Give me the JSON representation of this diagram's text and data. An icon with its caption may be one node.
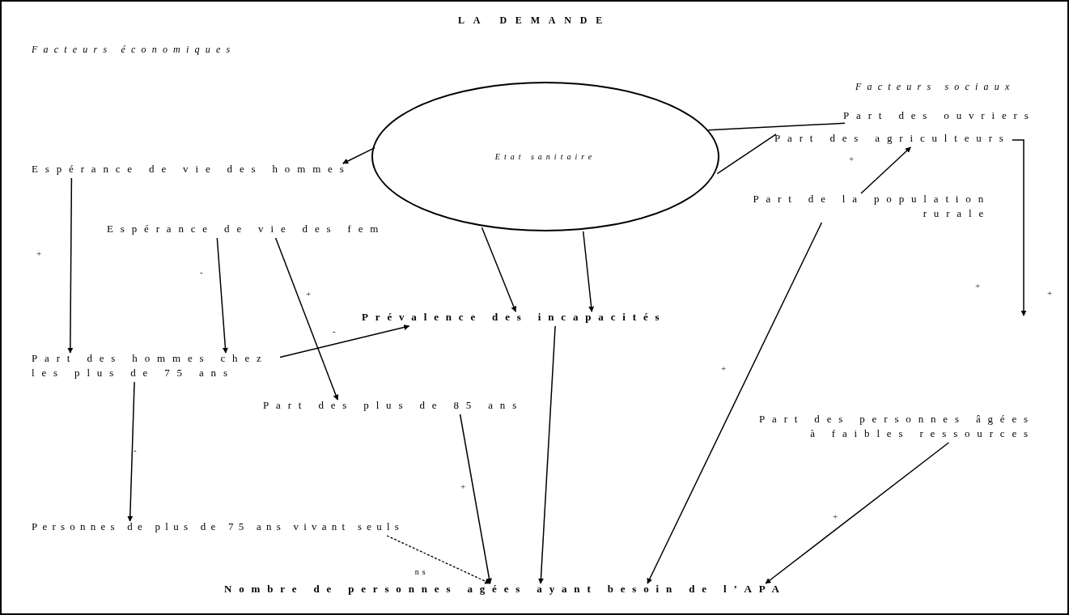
{
  "diagram": {
    "title": "LA DEMANDE",
    "nodes": [
      {
        "text": [
          "Etat sanitaire"
        ]
      },
      {
        "text": [
          "Part des ouvriers"
        ]
      },
      {
        "text": [
          "Espérance de vie des hommes"
        ]
      },
      {
        "text": [
          "Part des agriculteurs"
        ]
      },
      {
        "text": [
          "Part de la population rurale"
        ]
      },
      {
        "text": [
          "Espérance de vie des fem"
        ]
      },
      {
        "text": [
          "Prévalence des incapacités"
        ]
      },
      {
        "text": [
          "Part des hommes chez les plus de 75 ans"
        ]
      },
      {
        "text": [
          "Part des plus de 85 ans"
        ]
      },
      {
        "text": [
          "Part des personnes âgées à faibles ressources"
        ]
      },
      {
        "text": [
          "Personnes de plus de 75 ans vivant seuls"
        ]
      },
      {
        "text": [
          "Nombre de personnes agées ayant besoin de l’APA"
        ]
      }
    ],
    "edges": [
      {
        "from": 0,
        "to": 2,
        "arrow": "to"
      },
      {
        "from": 1,
        "to": 0,
        "arrow": "none"
      },
      {
        "from": 3,
        "to": 0,
        "arrow": "none"
      },
      {
        "from": 4,
        "to": 3,
        "arrow": "to"
      },
      {
        "from": 3,
        "to": null,
        "arrow": "to"
      },
      {
        "from": 0,
        "to": 6,
        "arrow": "to"
      },
      {
        "from": 0,
        "to": 6,
        "arrow": "to"
      },
      {
        "from": 2,
        "to": 7,
        "arrow": "to"
      },
      {
        "from": 5,
        "to": 7,
        "arrow": "to"
      },
      {
        "from": 5,
        "to": 8,
        "arrow": "to"
      },
      {
        "from": 7,
        "to": 6,
        "arrow": "to"
      },
      {
        "from": 6,
        "to": 11,
        "arrow": "to"
      },
      {
        "from": 4,
        "to": 11,
        "arrow": "to"
      },
      {
        "from": 7,
        "to": 10,
        "arrow": "to"
      },
      {
        "from": 8,
        "to": 11,
        "arrow": "to"
      },
      {
        "from": 10,
        "to": 11,
        "arrow": "to",
        "label": "ns",
        "style": "dashed"
      },
      {
        "from": 9,
        "to": 11,
        "arrow": "to"
      }
    ],
    "labels": [
      "Facteurs économiques",
      "Facteurs sociaux",
      "+",
      "+",
      "-",
      "+",
      "+",
      "+",
      "-",
      "+",
      "-",
      "+",
      "+"
    ]
  }
}
